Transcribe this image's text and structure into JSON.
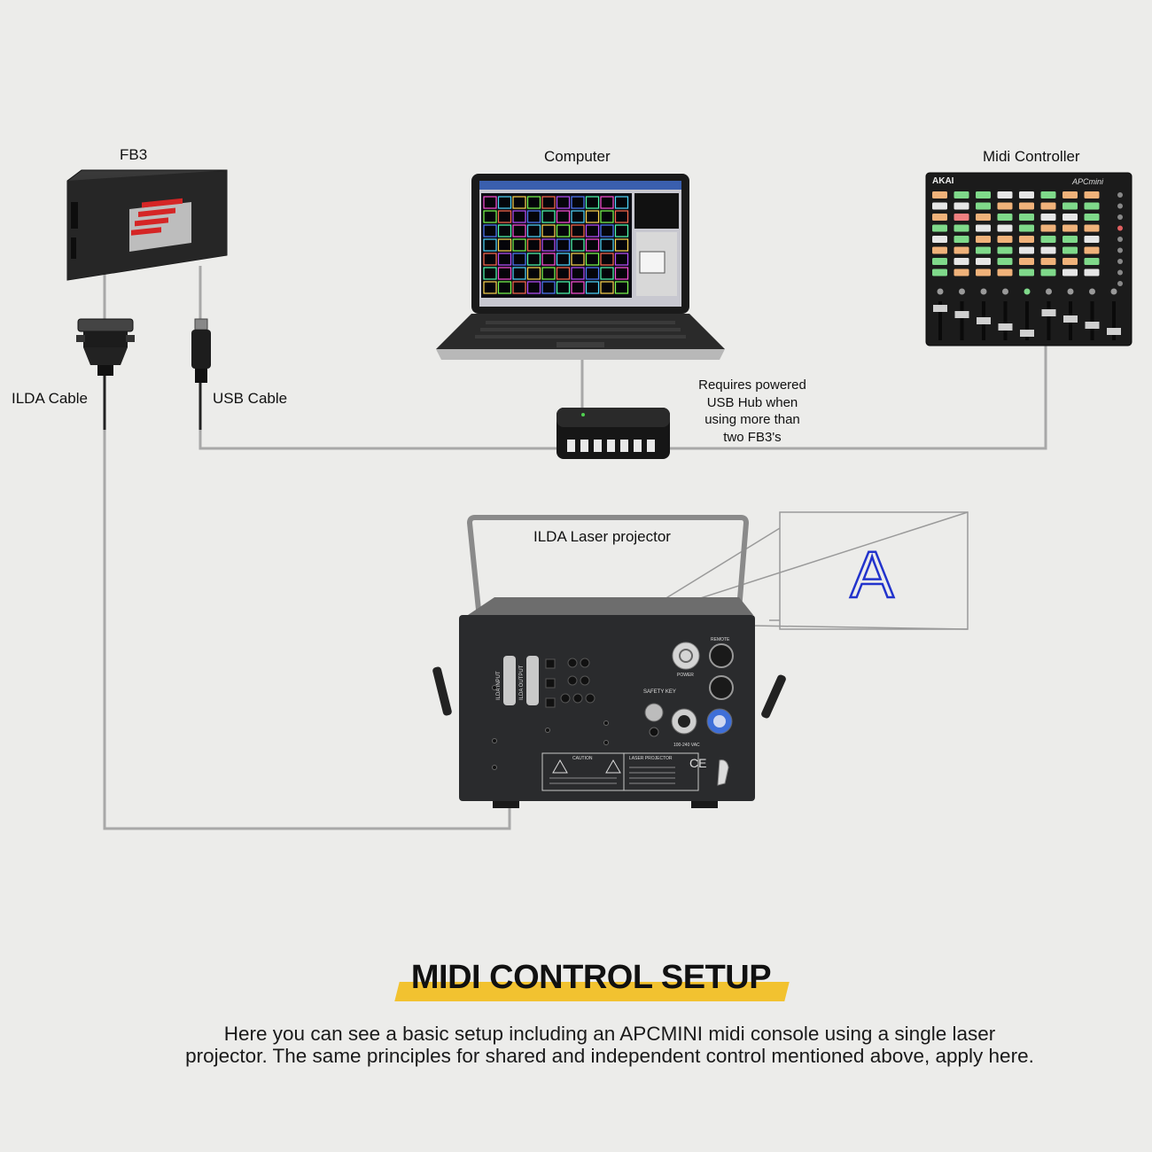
{
  "labels": {
    "fb3": "FB3",
    "computer": "Computer",
    "midi_controller": "Midi Controller",
    "ilda_cable": "ILDA Cable",
    "usb_cable": "USB Cable",
    "hub_note": [
      "Requires powered",
      "USB Hub when",
      "using more than",
      "two FB3's"
    ],
    "projector": "ILDA Laser projector"
  },
  "devices": {
    "controller_brand": "AKAI",
    "controller_model": "APCmini",
    "projected_glyph": "A",
    "projector_panel": {
      "ilda_input": "ILDA INPUT",
      "ilda_output": "ILDA OUTPUT",
      "safety_key": "SAFETY KEY",
      "remote": "REMOTE",
      "power": "POWER",
      "voltage": "100-240 VAC",
      "caution": "CAUTION",
      "laser_projector": "LASER PROJECTOR",
      "ce": "CE"
    }
  },
  "footer": {
    "title": "MIDI CONTROL SETUP",
    "description_lines": [
      "Here you can see a basic setup including an APCMINI midi console using a single laser",
      "projector. The same principles for shared and independent control mentioned above, apply here."
    ]
  },
  "colors": {
    "background": "#ececea",
    "accent": "#f2c230",
    "wire": "#a8a8a8",
    "projection": "#2233cc"
  }
}
